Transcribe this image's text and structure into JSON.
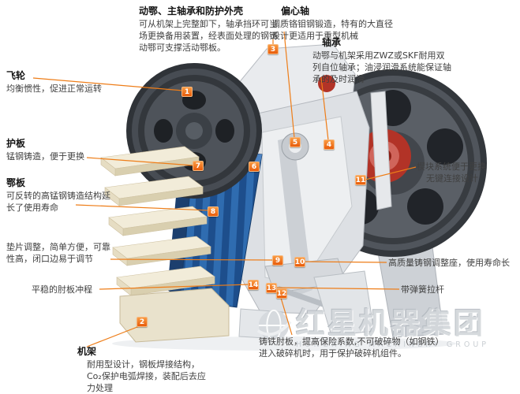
{
  "accent_color": "#ee7d18",
  "callouts": {
    "moving_jaw": {
      "title": "动鄂、主轴承和防护外壳",
      "body": "可从机架上完整卸下，轴承挡环可当场更换备用装置，经表面处理的钢铸动鄂可支撑活动鄂板。"
    },
    "eccentric_shaft": {
      "title": "偏心轴",
      "body": "调质铬钼钢锻造，特有的大直径设计更适用于重型机械"
    },
    "bearing": {
      "title": "轴承",
      "body": "动鄂与机架采用ZWZ或SKF耐用双列自位轴承；油浸润滑系统能保证轴承的及时润滑"
    },
    "flywheel": {
      "title": "飞轮",
      "body": "均衡惯性，促进正常运转"
    },
    "guard_plate": {
      "title": "护板",
      "body": "锰钢铸造，便于更换"
    },
    "jaw_plate": {
      "title": "鄂板",
      "body": "可反转的高锰钢铸造结构延长了使用寿命"
    },
    "shim_adjust": {
      "body": "垫片调整，简单方便，可靠性高，闭口边易于调节"
    },
    "toggle_stroke": {
      "body": "平稳的肘板冲程"
    },
    "frame": {
      "title": "机架",
      "body": "耐用型设计，钢板焊接结构，Co₂保护电弧焊接，装配后去应力处理"
    },
    "wedge": {
      "line1": "楔块系统便于更换",
      "line2": "无键连接设计"
    },
    "adjust_seat": {
      "body": "高质量铸钢调整座，使用寿命长"
    },
    "spring_rod": {
      "body": "带弹簧拉杆"
    },
    "toggle_plate": {
      "body": "铸铁肘板，提高保险系数,不可破碎物（如钢铁）进入破碎机时，用于保护破碎机组件。"
    }
  },
  "badges": {
    "b1": "1",
    "b2": "2",
    "b3": "3",
    "b4": "4",
    "b5": "5",
    "b6": "6",
    "b7": "7",
    "b8": "8",
    "b9": "9",
    "b10": "10",
    "b11": "11",
    "b12": "12",
    "b13": "13",
    "b14": "14"
  },
  "watermark": {
    "cn": "红星机器集团",
    "en": "HONGXING MACHINERY GROUP"
  }
}
